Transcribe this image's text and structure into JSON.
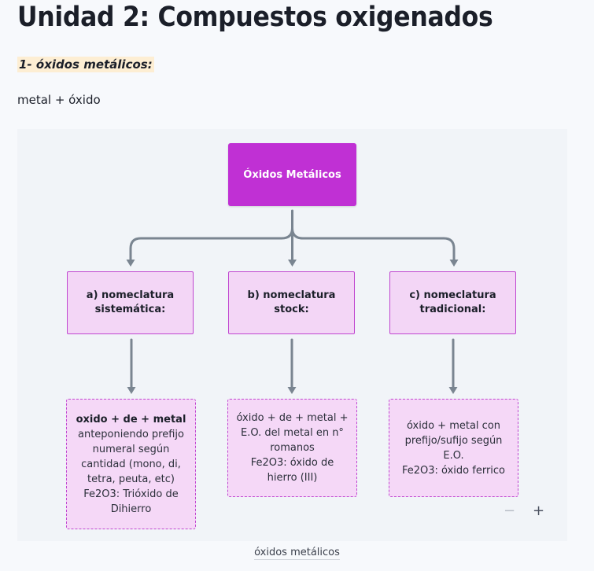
{
  "page": {
    "title": "Unidad 2: Compuestos oxigenados",
    "subtitle": "1- óxidos metálicos:",
    "formula": "metal + óxido",
    "caption": "óxidos metálicos"
  },
  "diagram": {
    "root": "Óxidos Metálicos",
    "categories": [
      {
        "label": "a) nomeclatura sistemática:"
      },
      {
        "label": "b) nomeclatura stock:"
      },
      {
        "label": "c) nomeclatura tradicional:"
      }
    ],
    "leaves": [
      {
        "bold": "oxido + de + metal",
        "lines": [
          "anteponiendo prefijo",
          "numeral según",
          "cantidad (mono, di,",
          "tetra, peuta, etc)",
          "Fe2O3: Trióxido de",
          "Dihierro"
        ]
      },
      {
        "bold": "",
        "lines": [
          "óxido + de + metal +",
          "E.O. del metal en n°",
          "romanos",
          "Fe2O3: óxido de",
          "hierro (III)"
        ]
      },
      {
        "bold": "",
        "lines": [
          "óxido + metal con",
          "prefijo/sufijo según",
          "E.O.",
          "Fe2O3: óxido ferrico"
        ]
      }
    ],
    "controls": {
      "zoom_out": "−",
      "zoom_in": "+"
    },
    "colors": {
      "root_fill": "#c030d4",
      "node_fill": "#f3d6f6",
      "node_border": "#c046d0",
      "edge": "#7a8591",
      "canvas": "#f1f4f8"
    }
  }
}
